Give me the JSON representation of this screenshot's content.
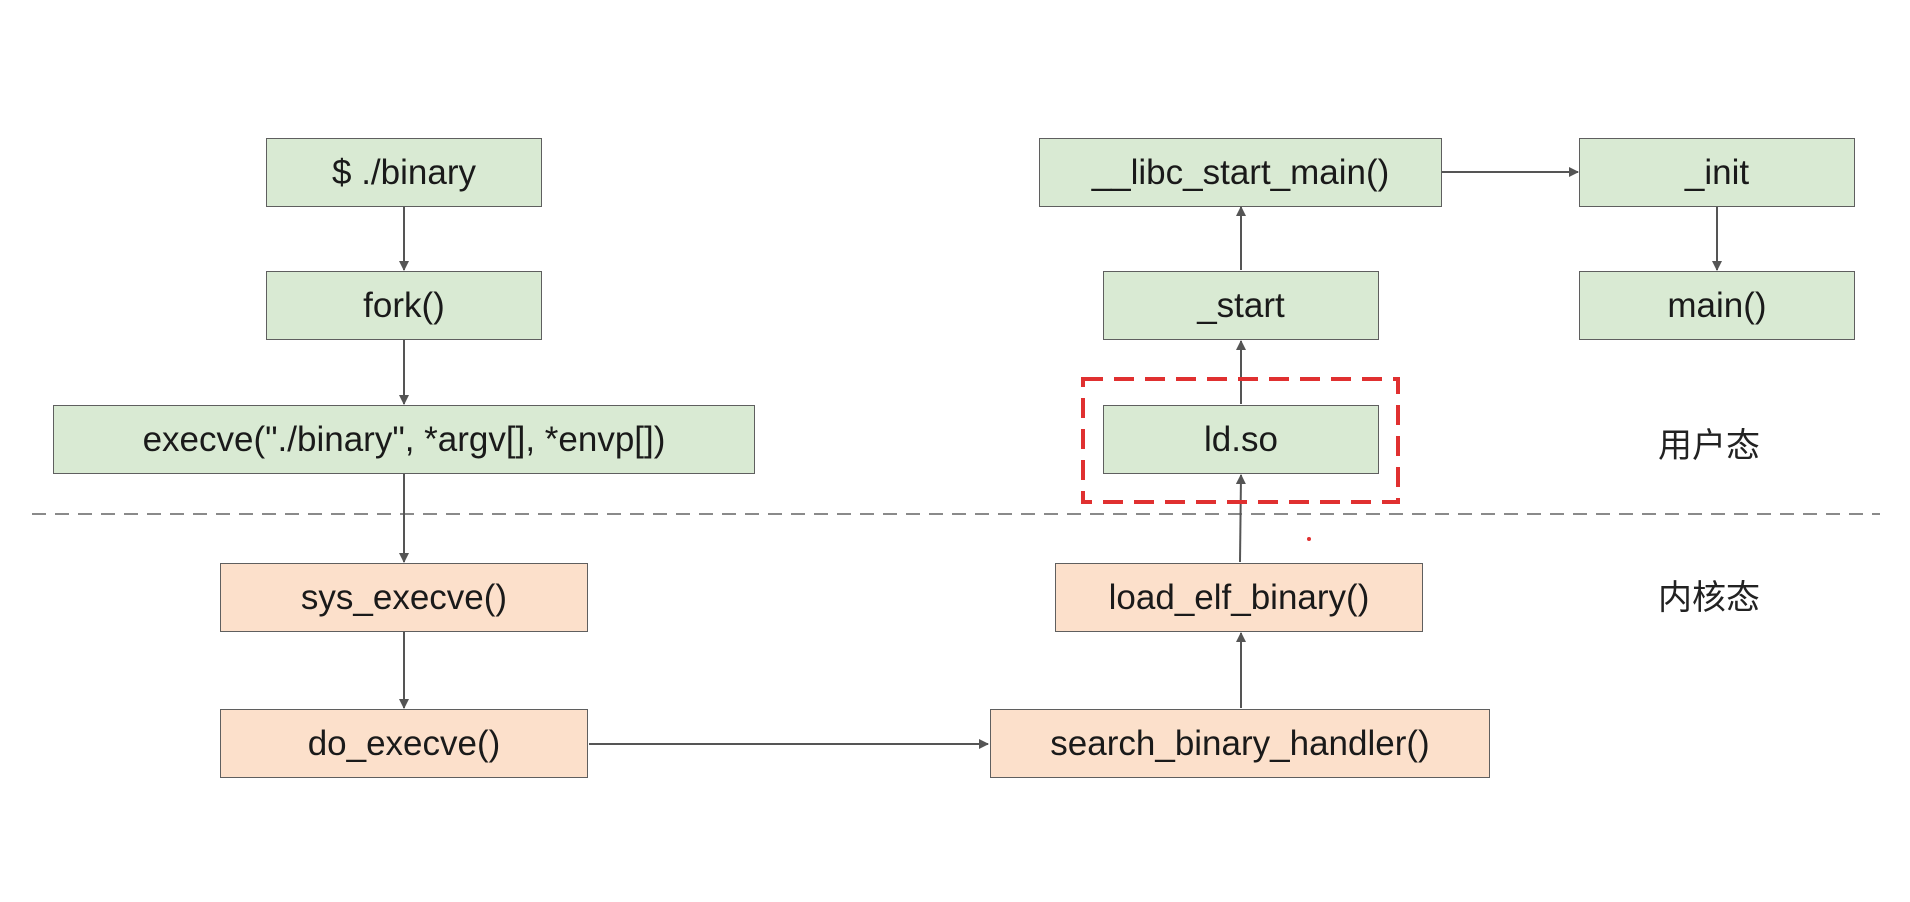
{
  "nodes": {
    "shell": "$ ./binary",
    "fork": "fork()",
    "execve": "execve(\"./binary\", *argv[], *envp[])",
    "sys_execve": "sys_execve()",
    "do_execve": "do_execve()",
    "search_binary_handler": "search_binary_handler()",
    "load_elf_binary": "load_elf_binary()",
    "ld_so": "ld.so",
    "start": "_start",
    "libc_start_main": "__libc_start_main()",
    "init": "_init",
    "main": "main()"
  },
  "regions": {
    "user_mode": "用户态",
    "kernel_mode": "内核态"
  },
  "colors": {
    "user_fill": "#d9ead3",
    "kernel_fill": "#fce0cb",
    "border": "#5f5f5f",
    "arrow": "#555555",
    "divider": "#8a8a8a",
    "highlight": "#e03030"
  }
}
